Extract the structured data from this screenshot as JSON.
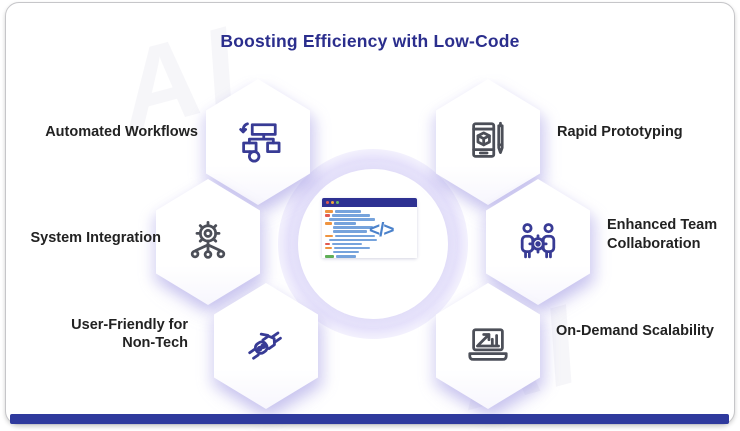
{
  "title": "Boosting Efficiency with Low-Code",
  "watermark": {
    "text": "AI"
  },
  "center": {
    "code_symbol": "</>",
    "browser_dot_colors": [
      "#e05b4e",
      "#f0a63c",
      "#67b868"
    ],
    "browser_header_color": "#2e3192"
  },
  "colors": {
    "title": "#2b2e8d",
    "accent_indigo": "#383b95",
    "icon_gray": "#4c4f58",
    "label_text": "#222222",
    "bottom_bar": "#2f3a9d",
    "hex_shadow": "#837ad9",
    "code_blue": "#76a3dc",
    "code_orange": "#ef9440",
    "code_red": "#e25a52",
    "code_green": "#5fae57"
  },
  "items": [
    {
      "label": "Automated Workflows",
      "icon": "flowchart-icon",
      "icon_color": "#383b95",
      "side": "left"
    },
    {
      "label": "System Integration",
      "icon": "gear-network-icon",
      "icon_color": "#4c4f58",
      "side": "left"
    },
    {
      "label": "User-Friendly for Non-Tech",
      "icon": "handshake-icon",
      "icon_color": "#383b95",
      "side": "left"
    },
    {
      "label": "Rapid Prototyping",
      "icon": "prototype-pen-icon",
      "icon_color": "#4c4f58",
      "side": "right"
    },
    {
      "label": "Enhanced Team Collaboration",
      "icon": "team-gear-icon",
      "icon_color": "#383b95",
      "side": "right"
    },
    {
      "label": "On-Demand Scalability",
      "icon": "laptop-chart-icon",
      "icon_color": "#4c4f58",
      "side": "right"
    }
  ]
}
